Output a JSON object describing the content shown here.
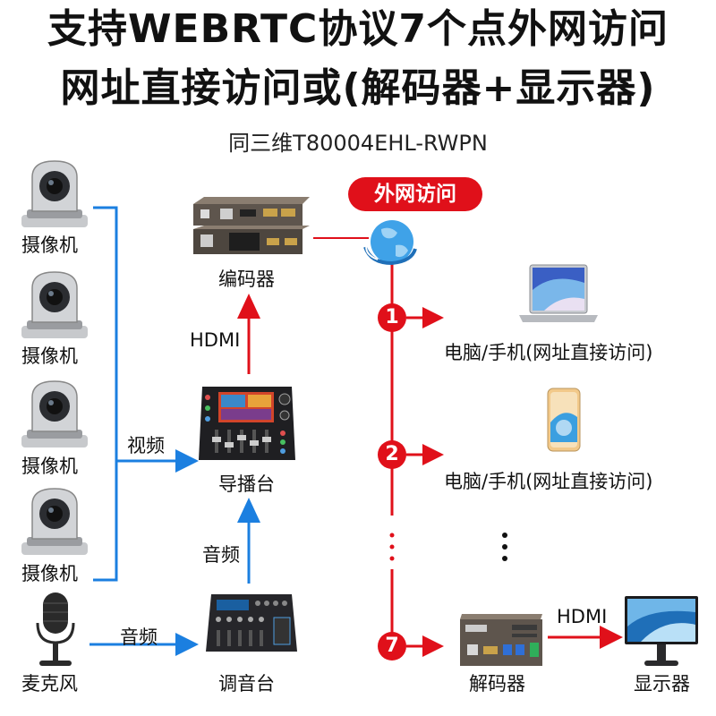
{
  "title": {
    "line1": "支持WEBRTC协议7个点外网访问",
    "line2": "网址直接访问或(解码器+显示器)"
  },
  "subtitle": "同三维T80004EHL-RWPN",
  "cameras": [
    "摄像机",
    "摄像机",
    "摄像机",
    "摄像机"
  ],
  "microphone": "麦克风",
  "labels": {
    "video": "视频",
    "audio_mic": "音频",
    "audio_mixer": "音频",
    "hdmi_up": "HDMI",
    "hdmi_out": "HDMI",
    "encoder": "编码器",
    "switcher": "导播台",
    "mixer": "调音台",
    "decoder": "解码器",
    "monitor": "显示器"
  },
  "internet_badge": "外网访问",
  "clients": [
    {
      "number": "1",
      "label": "电脑/手机(网址直接访问)",
      "device_icon": "laptop-icon"
    },
    {
      "number": "2",
      "label": "电脑/手机(网址直接访问)",
      "device_icon": "phone-icon"
    },
    {
      "number": "7",
      "label": "",
      "device_icon": "decoder-icon"
    }
  ],
  "colors": {
    "accent_red": "#e0101a",
    "line_blue": "#1b7fe0",
    "text": "#111111"
  }
}
